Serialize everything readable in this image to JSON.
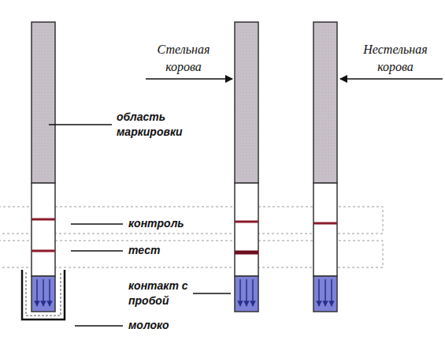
{
  "diagram": {
    "labels": [
      "область маркировки",
      "контроль",
      "тест",
      "контакт с пробой",
      "молоко",
      "Стельная корова",
      "Нестельная корова"
    ]
  }
}
